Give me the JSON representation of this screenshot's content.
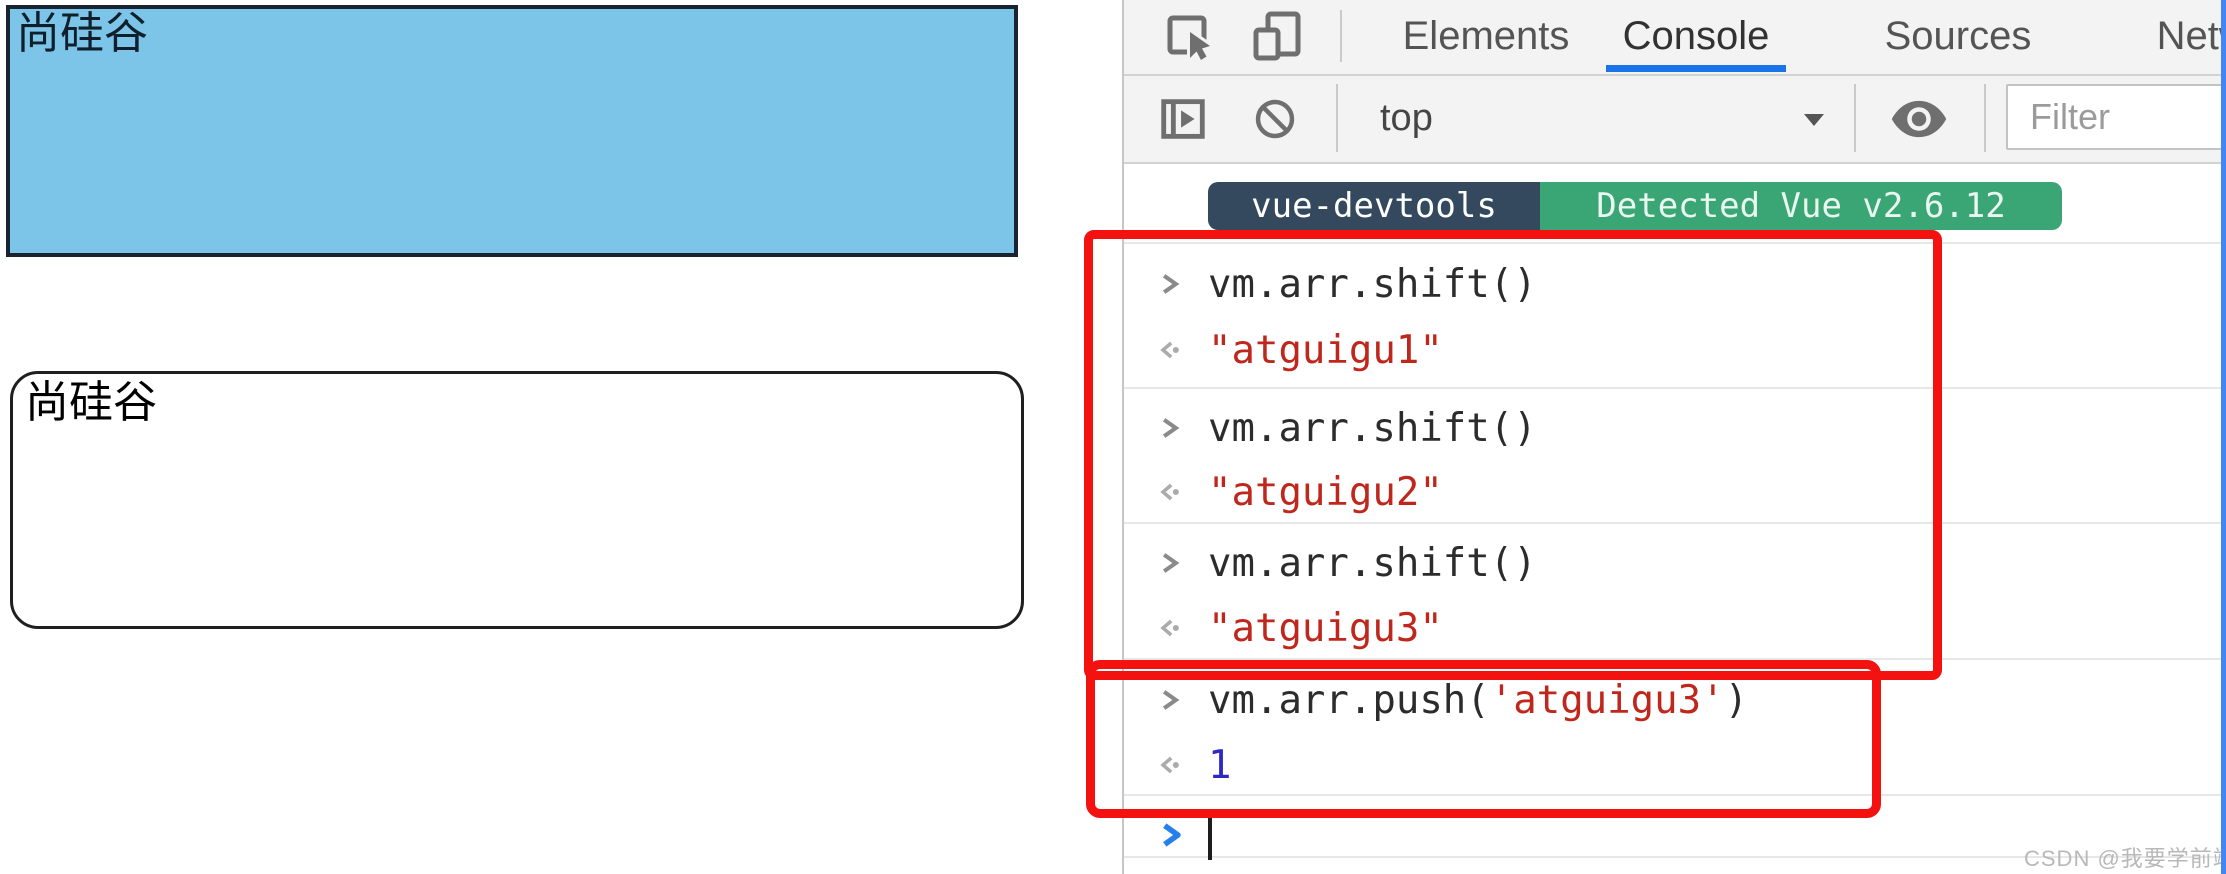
{
  "page": {
    "box1": {
      "text": "尚硅谷",
      "background": "#7cc5e9"
    },
    "box2": {
      "text": "尚硅谷"
    }
  },
  "devtools": {
    "tabs": [
      {
        "label": "Elements"
      },
      {
        "label": "Console"
      },
      {
        "label": "Sources"
      },
      {
        "label": "Network"
      }
    ],
    "active_tab": "Console",
    "tab_underline_color": "#1a73e8",
    "toolbar": {
      "context_label": "top",
      "filter_placeholder": "Filter"
    },
    "badges": {
      "name": "vue-devtools",
      "message": "Detected Vue v2.6.12",
      "name_bg": "#35495e",
      "message_bg": "#3aa675"
    },
    "console": {
      "string_color": "#c0271c",
      "number_color": "#2d28c5",
      "prompt_color": "#2680eb",
      "entries": [
        {
          "kind": "command",
          "text": "vm.arr.shift()"
        },
        {
          "kind": "result",
          "value_type": "string",
          "text": "\"atguigu1\""
        },
        {
          "kind": "command",
          "text": "vm.arr.shift()"
        },
        {
          "kind": "result",
          "value_type": "string",
          "text": "\"atguigu2\""
        },
        {
          "kind": "command",
          "text": "vm.arr.shift()"
        },
        {
          "kind": "result",
          "value_type": "string",
          "text": "\"atguigu3\""
        },
        {
          "kind": "command",
          "prefix": "vm.arr.push(",
          "arg": "'atguigu3'",
          "suffix": ")"
        },
        {
          "kind": "result",
          "value_type": "number",
          "text": "1"
        }
      ]
    }
  },
  "annotations": {
    "box_color": "#f31210"
  },
  "watermark": {
    "text": "CSDN @我要学前端！"
  }
}
